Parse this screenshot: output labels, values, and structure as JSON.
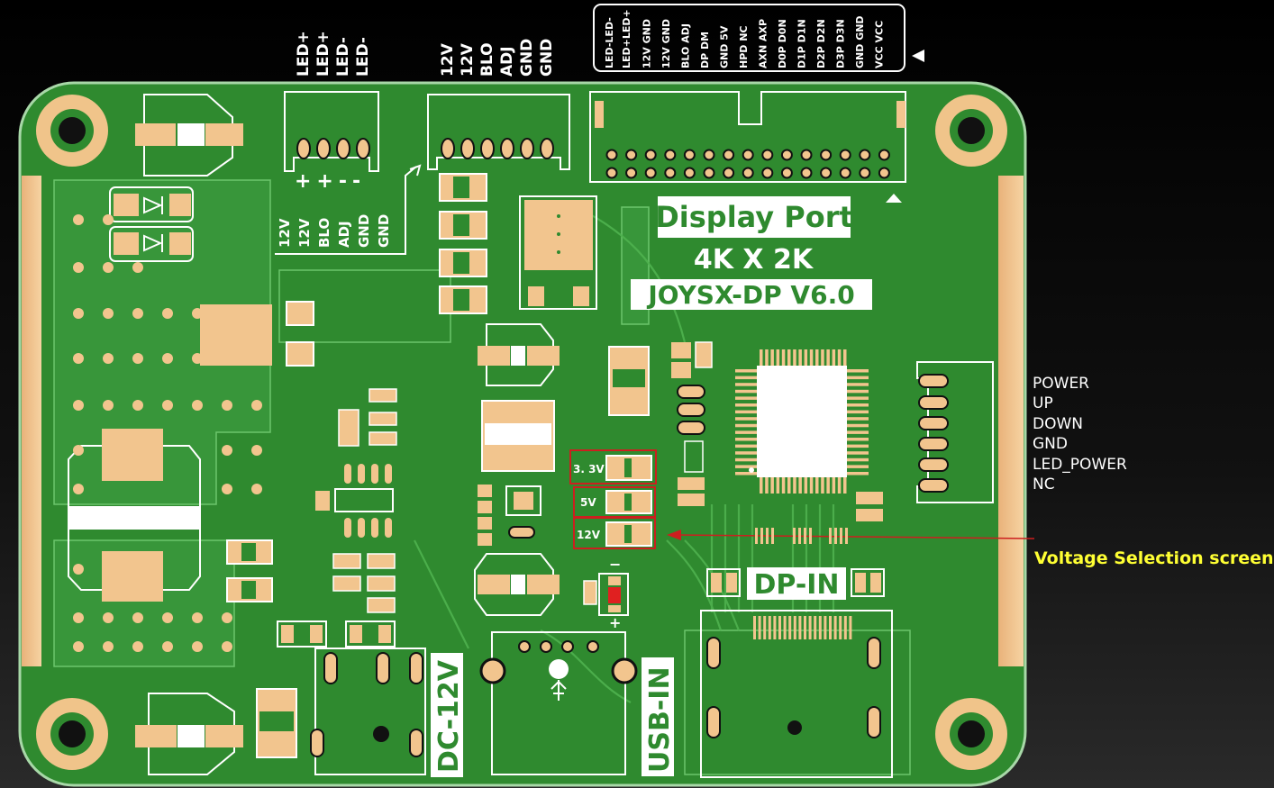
{
  "connectors": {
    "led": [
      "LED+",
      "LED+",
      "LED-",
      "LED-"
    ],
    "led_polarity": "++--",
    "power": [
      "12V",
      "12V",
      "BLO",
      "ADJ",
      "GND",
      "GND"
    ],
    "power_board": [
      "12V",
      "12V",
      "BLO",
      "ADJ",
      "GND",
      "GND"
    ],
    "lvds_header_top": [
      [
        "LED-",
        "LED+"
      ],
      [
        "12V",
        "GND"
      ],
      [
        "12V",
        "GND"
      ],
      [
        "BLO",
        "ADJ"
      ],
      [
        "DP",
        "DM"
      ],
      [
        "GND",
        "5V"
      ],
      [
        "HPD",
        "NC"
      ],
      [
        "AXN",
        "AXP"
      ],
      [
        "D0P",
        "D0N"
      ],
      [
        "D1P",
        "D1N"
      ],
      [
        "D2P",
        "D2N"
      ],
      [
        "D3P",
        "D3N"
      ],
      [
        "GND",
        "GND"
      ],
      [
        "VCC",
        "VCC"
      ]
    ],
    "lvds_header_corner": "LED-LED-",
    "lvds_header_sub": "LED+LED+",
    "keypad_pins": [
      "POWER",
      "UP",
      "DOWN",
      "GND",
      "LED_POWER",
      "NC"
    ]
  },
  "board": {
    "title": "Display Port",
    "resolution": "4K X 2K",
    "model": "JOYSX-DP V6.0",
    "dp_in": "DP-IN",
    "dc_in": "DC-12V",
    "usb_in": "USB-IN",
    "led_minus": "−",
    "led_plus": "+"
  },
  "voltage_selector": {
    "options": [
      "3.3V",
      "5V",
      "12V"
    ],
    "option_labels": [
      "3. 3V",
      "5V",
      "12V"
    ],
    "callout": "Voltage Selection screen"
  },
  "colors": {
    "pcb": "#2f8a2f",
    "pcb_dark": "#1f6b24",
    "pad": "#f2c58e",
    "silk": "#ffffff",
    "callout": "#ffff33",
    "selector_box": "#cc1f1f"
  }
}
